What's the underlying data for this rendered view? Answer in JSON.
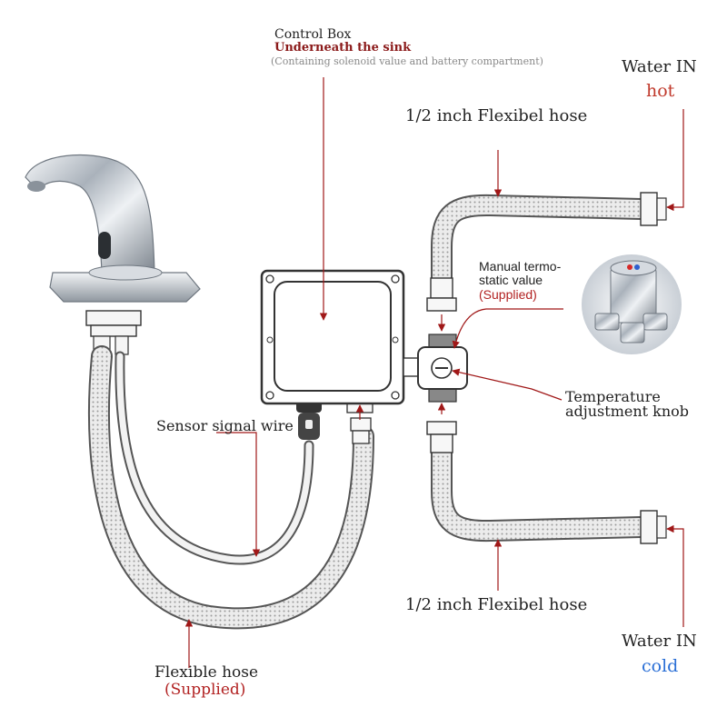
{
  "labels": {
    "control_box": {
      "title": "Control Box",
      "subtitle": "Underneath the sink",
      "note": "(Containing solenoid value and battery compartment)"
    },
    "water_in_hot": {
      "title": "Water IN",
      "sub": "hot"
    },
    "water_in_cold": {
      "title": "Water IN",
      "sub": "cold"
    },
    "hose_top": "1/2 inch Flexibel hose",
    "hose_bottom": "1/2 inch Flexibel hose",
    "manual_valve": {
      "line1": "Manual termo-",
      "line2": "static value",
      "sub": "(Supplied)"
    },
    "temp_knob": {
      "line1": "Temperature",
      "line2": "adjustment knob"
    },
    "sensor_wire": "Sensor signal wire",
    "flexible_hose": {
      "title": "Flexible hose",
      "sub": "(Supplied)"
    }
  },
  "colors": {
    "leader": "#a01818",
    "hose_outline": "#555555",
    "hose_fill": "#e6e6e6",
    "chrome": "#c9ced4"
  }
}
